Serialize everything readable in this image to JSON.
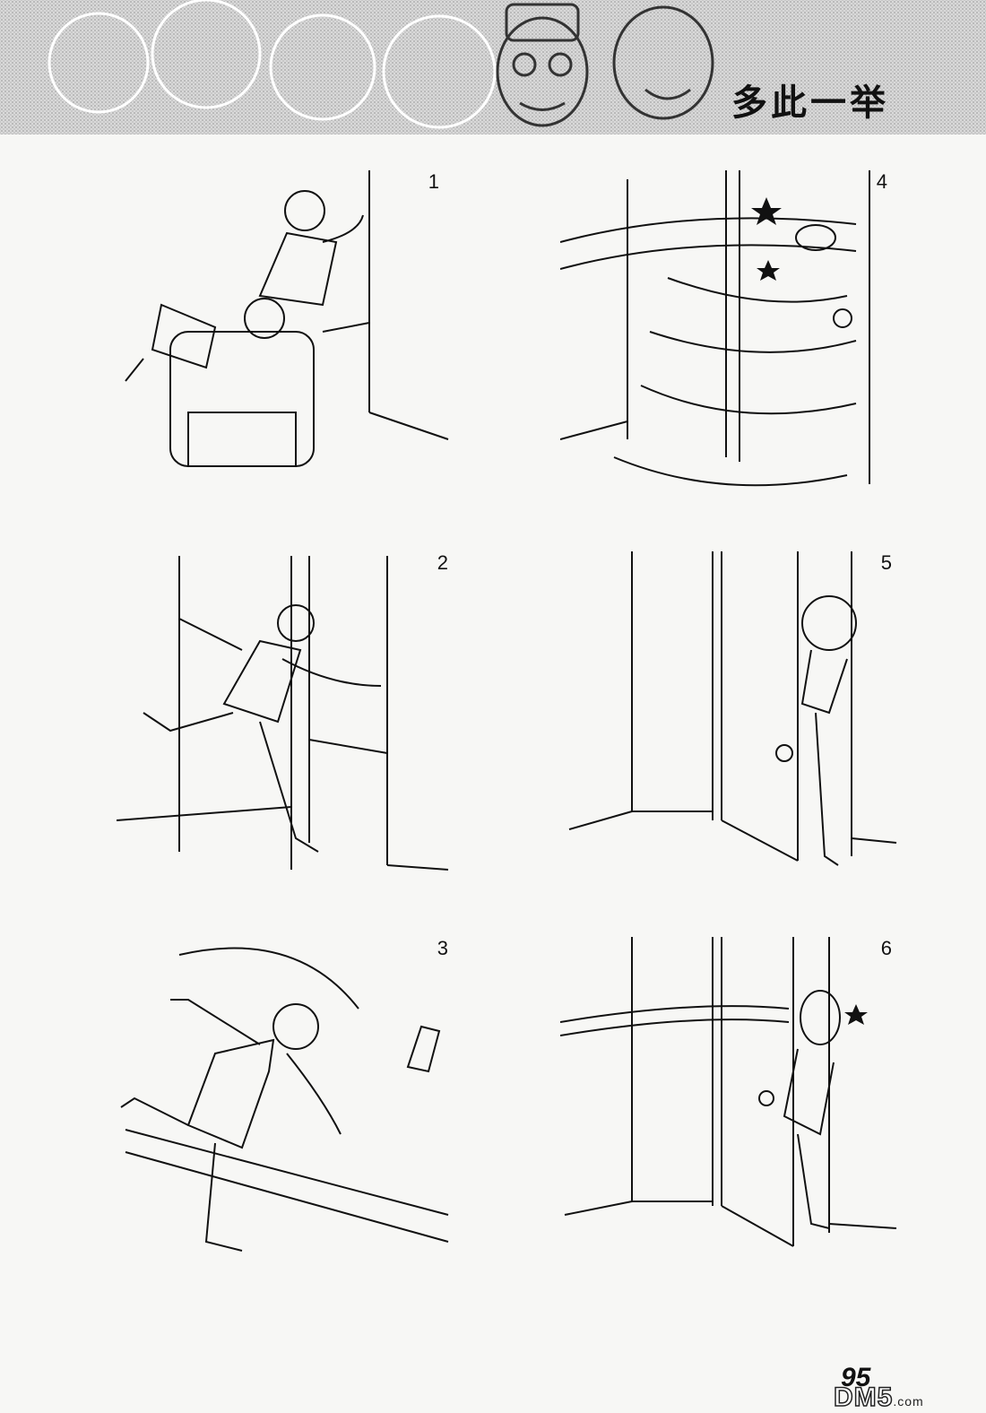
{
  "header": {
    "title": "多此一举"
  },
  "panels": [
    {
      "number": "1",
      "scene": "angry-man-hits-reader"
    },
    {
      "number": "2",
      "scene": "man-runs-through-door"
    },
    {
      "number": "3",
      "scene": "man-throws-shoe"
    },
    {
      "number": "4",
      "scene": "shoe-hits-door"
    },
    {
      "number": "5",
      "scene": "man-peeks-from-door"
    },
    {
      "number": "6",
      "scene": "shoe-hits-man-face"
    }
  ],
  "footer": {
    "page_number": "95",
    "watermark": "DM5",
    "watermark_domain": ".com"
  }
}
